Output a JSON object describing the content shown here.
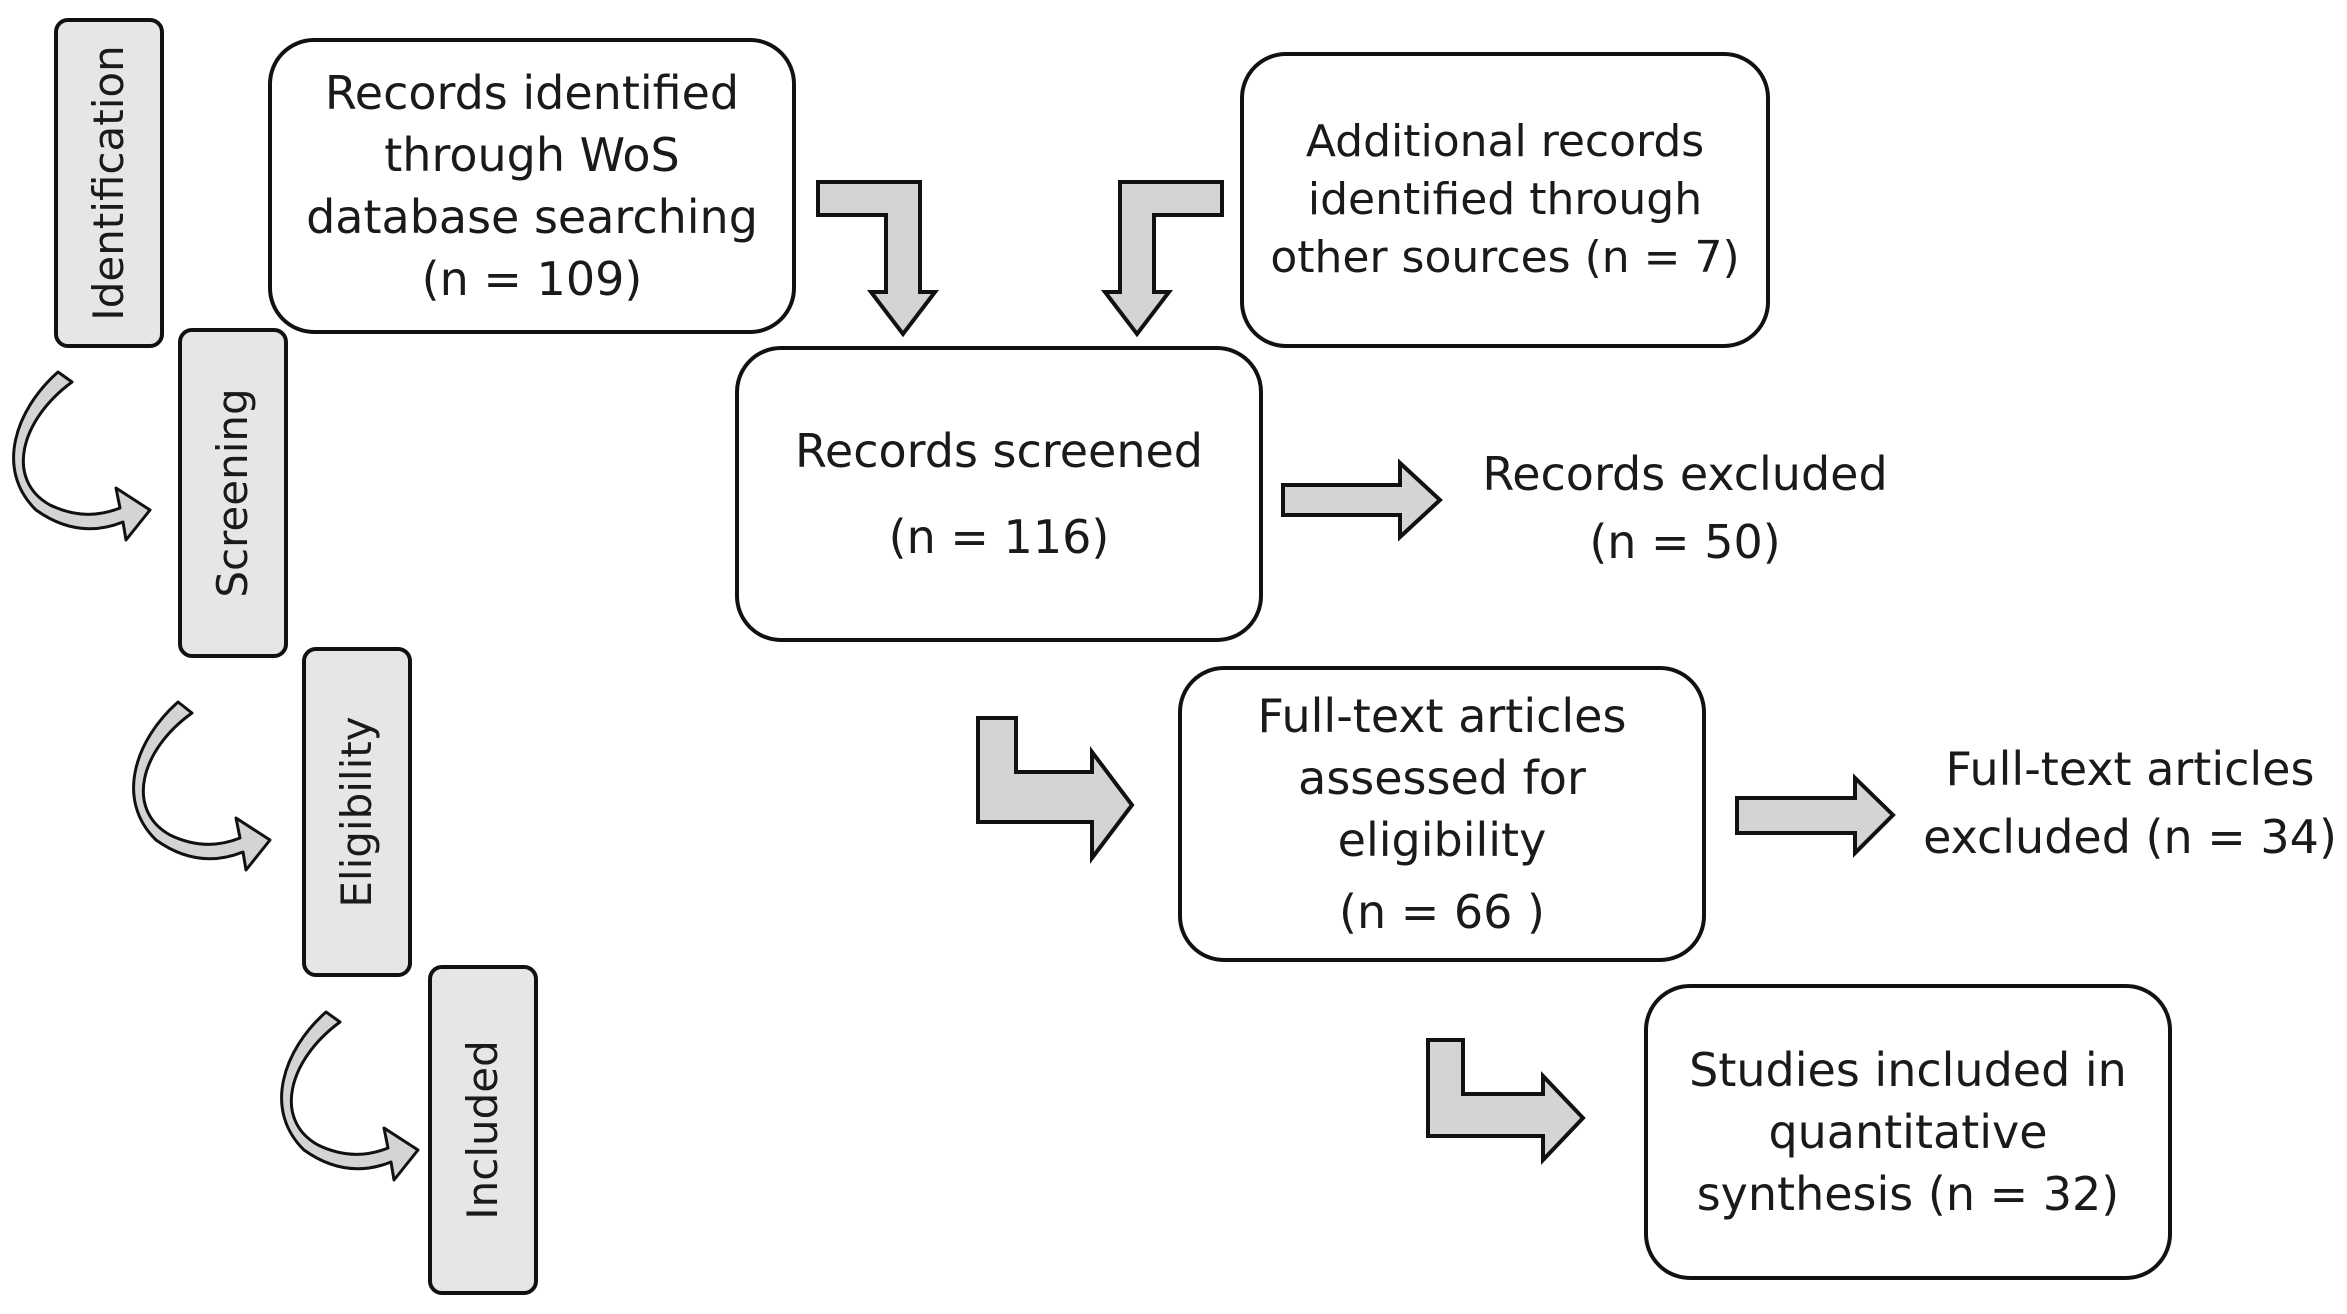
{
  "stages": [
    {
      "label": "Identification"
    },
    {
      "label": "Screening"
    },
    {
      "label": "Eligibility"
    },
    {
      "label": "Included"
    }
  ],
  "boxes": {
    "wos": {
      "lines": [
        "Records identified",
        "through WoS",
        "database searching",
        "(n = 109)"
      ]
    },
    "additional": {
      "lines": [
        "Additional records",
        "identified through",
        "other sources (n = 7)"
      ]
    },
    "screened": {
      "lines": [
        "Records screened",
        "(n = 116)"
      ]
    },
    "excluded": {
      "lines": [
        "Records excluded",
        "(n = 50)"
      ]
    },
    "fulltext": {
      "lines": [
        "Full-text articles",
        "assessed for",
        "eligibility",
        "(n = 66 )"
      ]
    },
    "fulltext_excluded": {
      "lines": [
        "Full-text articles",
        "excluded (n = 34)"
      ]
    },
    "included": {
      "lines": [
        "Studies included in",
        "quantitative",
        "synthesis (n = 32)"
      ]
    }
  },
  "colors": {
    "border": "#111111",
    "arrow_fill": "#d4d4d4",
    "stage_fill": "#e6e6e6",
    "text": "#1a1a1a"
  }
}
